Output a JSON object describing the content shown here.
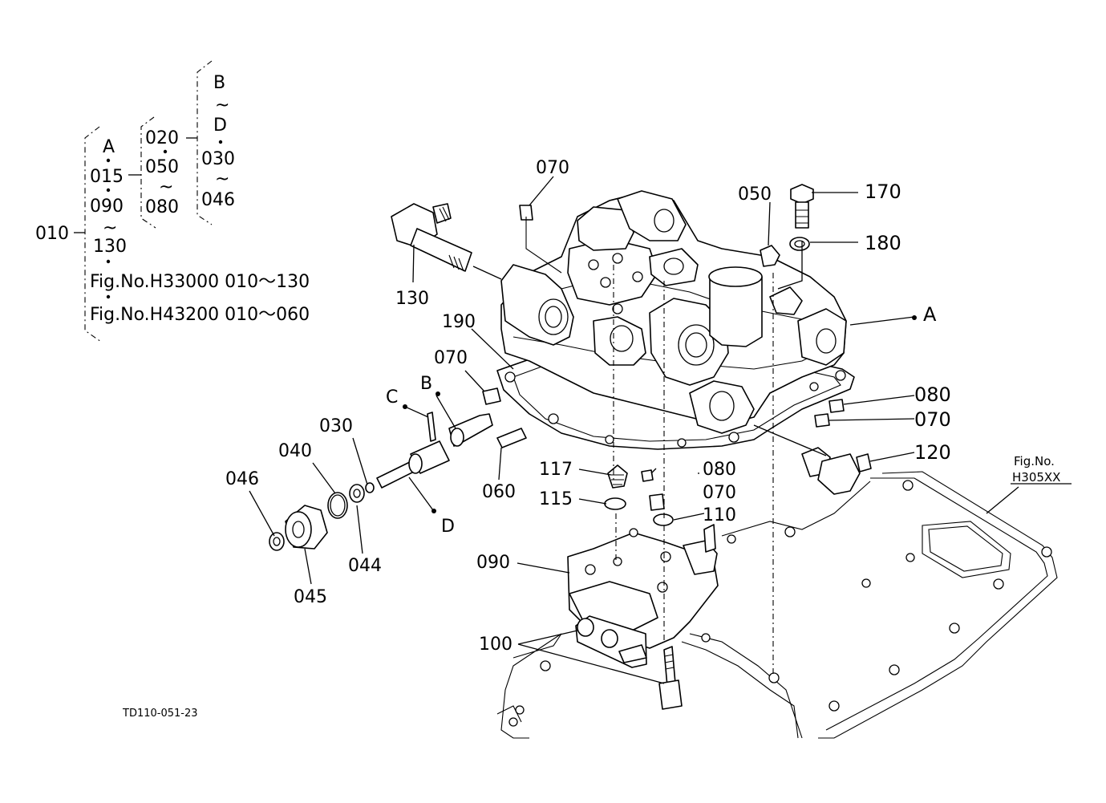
{
  "bracket_tree": {
    "root": "010",
    "col1": [
      "A",
      "015",
      "090",
      "~",
      "130"
    ],
    "fig_line_1": "Fig.No.H33000  010～130",
    "fig_line_2": "Fig.No.H43200  010～060",
    "col2": [
      "020",
      "050",
      "~",
      "080"
    ],
    "col3": [
      "B",
      "~",
      "D",
      "030",
      "~",
      "046"
    ]
  },
  "callouts": {
    "p070_top": "070",
    "p050": "050",
    "p170": "170",
    "p180": "180",
    "p130": "130",
    "ref_A": "A",
    "p190": "190",
    "p070_left": "070",
    "ref_B": "B",
    "ref_C": "C",
    "p030": "030",
    "p040": "040",
    "p046": "046",
    "p044": "044",
    "p045": "045",
    "ref_D": "D",
    "p060": "060",
    "p117": "117",
    "p115": "115",
    "p080_mid": "080",
    "p070_mid": "070",
    "p110": "110",
    "p080_right": "080",
    "p070_right": "070",
    "p120": "120",
    "p090": "090",
    "p100": "100",
    "fig_ref_line1": "Fig.No.",
    "fig_ref_line2": "H305XX"
  },
  "drawing_code": "TD110-051-23"
}
